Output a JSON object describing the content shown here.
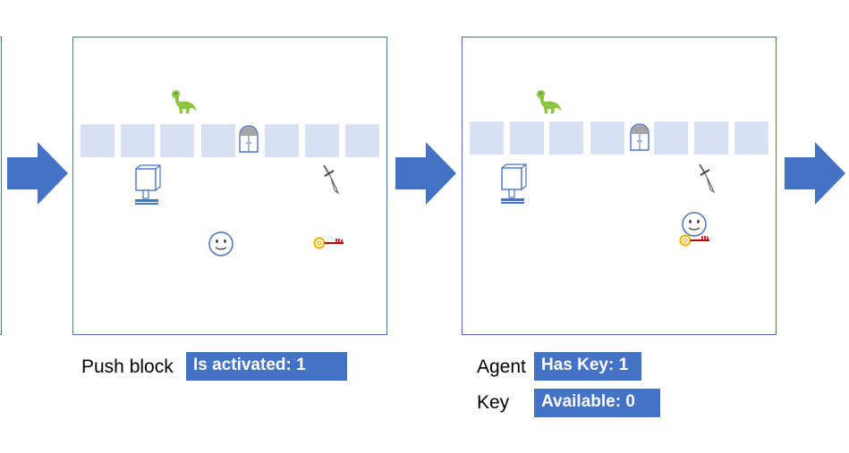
{
  "panels": [
    {
      "caption": "Push block",
      "badges": [
        {
          "text": "Is activated: 1"
        }
      ]
    },
    {
      "captions": [
        "Agent",
        "Key"
      ],
      "badges": [
        {
          "text": "Has Key: 1"
        },
        {
          "text": "Available: 0"
        }
      ]
    }
  ],
  "colors": {
    "panel_border": "#4a72c4",
    "tile": "#d7e1f2",
    "arrow": "#4472c4",
    "badge": "#4472c4",
    "dino": "#8cc63f",
    "key_ring": "#f2b705",
    "key_shaft": "#c00000"
  },
  "icons": [
    "dino-icon",
    "door-icon",
    "sword-icon",
    "push-block-icon",
    "agent-face-icon",
    "key-icon",
    "right-arrow-icon"
  ]
}
